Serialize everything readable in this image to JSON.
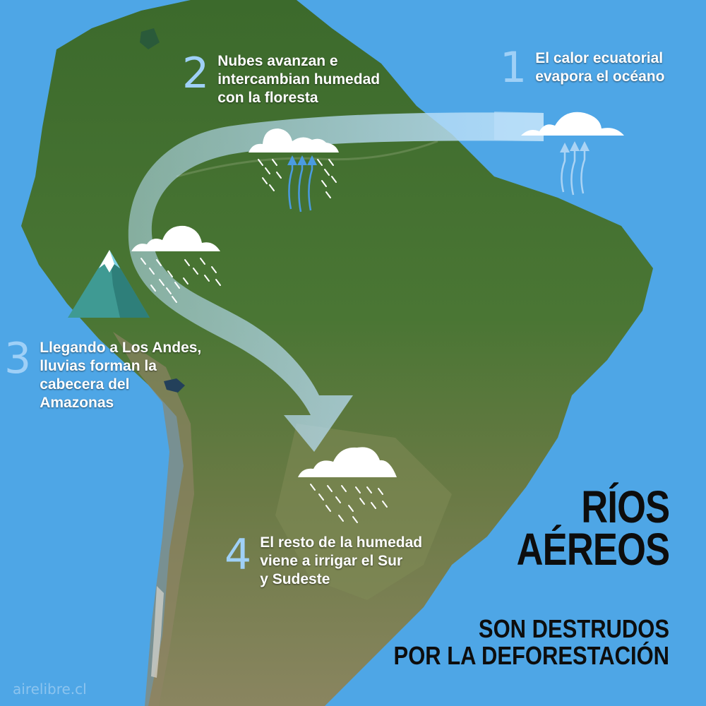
{
  "title": {
    "line1": "RÍOS",
    "line2": "AÉREOS"
  },
  "subtitle": {
    "line1": "SON DESTRUDOS",
    "line2": "POR LA DEFORESTACIÓN"
  },
  "steps": [
    {
      "number": "1",
      "lines": [
        "El calor ecuatorial",
        "evapora el océano"
      ]
    },
    {
      "number": "2",
      "lines": [
        "Nubes avanzan e",
        "intercambian humedad",
        "con la floresta"
      ]
    },
    {
      "number": "3",
      "lines": [
        "Llegando a Los Andes,",
        "lluvias forman la",
        "cabecera del",
        "Amazonas"
      ]
    },
    {
      "number": "4",
      "lines": [
        "El resto de la humedad",
        "viene a irrigar el Sur",
        "y Sudeste"
      ]
    }
  ],
  "credit": "airelibre.cl",
  "icons": [
    "cloud-icon",
    "rain-icon",
    "evaporation-arrow-icon",
    "mountain-icon",
    "flow-arrow-icon"
  ],
  "colors": {
    "ocean": "#4ea6e6",
    "land": "#3f6a2e",
    "arrow": "#a9d3f3",
    "step_number": "#9fd0f7",
    "title": "#0d0d0d",
    "mountain": "#3f9a93"
  }
}
